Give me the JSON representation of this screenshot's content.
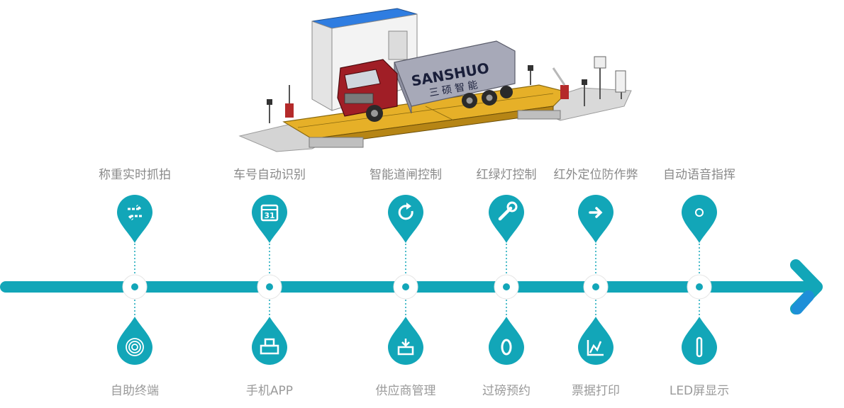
{
  "colors": {
    "accent": "#12a6b8",
    "accent_dark": "#0c8fa0",
    "arrow_tip": "#1e8fd8",
    "label": "#8a8a8a"
  },
  "illustration": {
    "truck_brand": "SANSHUO",
    "truck_brand_cn": "三 硕 智 能"
  },
  "top_features": [
    {
      "label": "称重实时抓拍",
      "icon": "swap-arrows-icon"
    },
    {
      "label": "车号自动识别",
      "icon": "calendar-icon",
      "icon_text": "31"
    },
    {
      "label": "智能道闸控制",
      "icon": "refresh-icon"
    },
    {
      "label": "红绿灯控制",
      "icon": "wrench-icon"
    },
    {
      "label": "红外定位防作弊",
      "icon": "arrow-right-icon"
    },
    {
      "label": "自动语音指挥",
      "icon": "circle-dot-icon"
    }
  ],
  "bottom_features": [
    {
      "label": "自助终端",
      "icon": "target-rings-icon"
    },
    {
      "label": "手机APP",
      "icon": "printer-icon"
    },
    {
      "label": "供应商管理",
      "icon": "download-tray-icon"
    },
    {
      "label": "过磅预约",
      "icon": "oval-icon"
    },
    {
      "label": "票据打印",
      "icon": "chart-icon"
    },
    {
      "label": "LED屏显示",
      "icon": "bar-icon"
    }
  ]
}
